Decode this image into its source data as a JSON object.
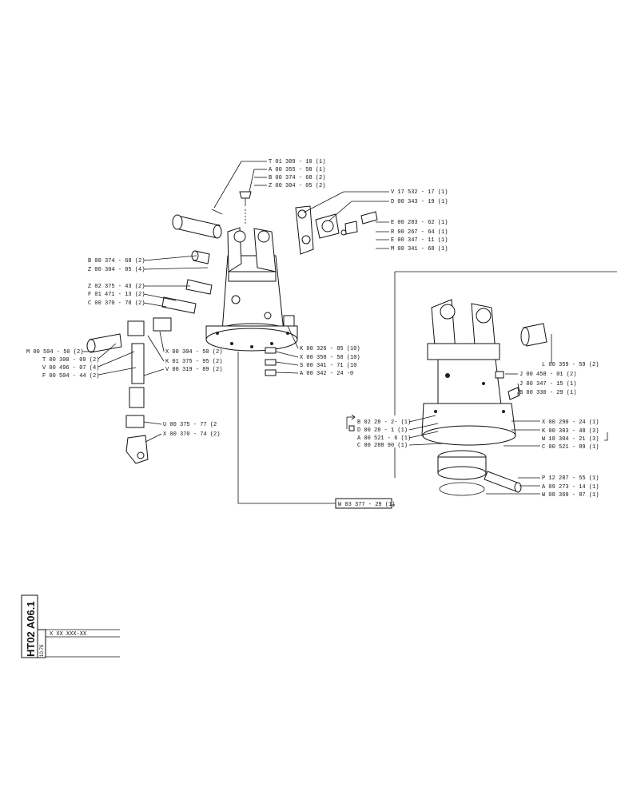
{
  "drawing_code": "HT02 A06.1",
  "drawing_sub": "10-76",
  "placeholder_code": "X XX XXX-XX",
  "main_assembly_callouts": [
    "T 01 309 - 10 (1)",
    "A 00 355 - 58 (1)",
    "B 00 374 - 68 (2)",
    "Z 00 304 - 05 (2)",
    "V 17 532 - 17 (1)",
    "D 00 343 - 19 (1)",
    "E 00 283 - 62 (1)",
    "R 00 267 - 64 (1)",
    "E 00 347 - 11 (1)",
    "M 00 341 - 68 (1)",
    "B 00 374 - 68 (2)",
    "Z 00 304 - 05 (4)",
    "Z 02 375 - 43 (2)",
    "F 01 471 - 13 (2)",
    "C 00 370 - 78 (2)",
    "M 00 504 - 50 (2)",
    "T 00 300 - 09 (2)",
    "V 00 496 - 07 (4)",
    "F 00 504 - 44 (2)",
    "X 00 304 - 50 (2)",
    "K 01 375 - 95 (2)",
    "V 00 319 - 89 (2)",
    "K 00 326 - 85 (10)",
    "X 00 350 - 50 (10)",
    "S 00 341 - 71 (10",
    "A 00 342 - 24 -0",
    "U 00 375 - 77 (2",
    "X 00 370 - 74 (2)"
  ],
  "detail_callouts": [
    "L 00 359 - 59 (2)",
    "J 00 458 - 01 (2)",
    "J 00 347 - 15 (1)",
    "B 00 330 - 29 (1)",
    "B 02 28 - 2- (1)",
    "D 00 28 - 1 (1)",
    "A 00 521 - 6 (1)",
    "C 00 288 90 (1)",
    "X 00 290 - 24 (1)",
    "K 00 303 - 48 (3)",
    "W 18 304 - 21 (3)",
    "C 00 521 - 89 (1)",
    "P 12 287 - 55 (1)",
    "A 09 273 - 14 (1)",
    "W 08 369 - 87 (1)"
  ],
  "assembly_ref": "W 03 377 - 29 (1)"
}
